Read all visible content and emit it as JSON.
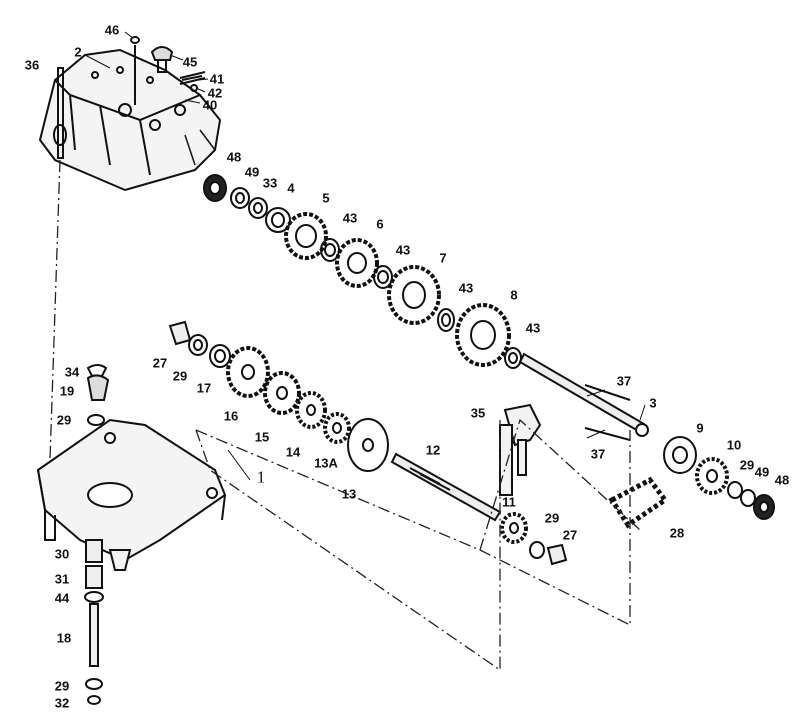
{
  "diagram": {
    "callouts": [
      {
        "id": "c46",
        "text": "46"
      },
      {
        "id": "c2",
        "text": "2"
      },
      {
        "id": "c45",
        "text": "45"
      },
      {
        "id": "c36",
        "text": "36"
      },
      {
        "id": "c41",
        "text": "41"
      },
      {
        "id": "c42",
        "text": "42"
      },
      {
        "id": "c40",
        "text": "40"
      },
      {
        "id": "c48a",
        "text": "48"
      },
      {
        "id": "c49a",
        "text": "49"
      },
      {
        "id": "c33",
        "text": "33"
      },
      {
        "id": "c4",
        "text": "4"
      },
      {
        "id": "c5",
        "text": "5"
      },
      {
        "id": "c43a",
        "text": "43"
      },
      {
        "id": "c6",
        "text": "6"
      },
      {
        "id": "c43b",
        "text": "43"
      },
      {
        "id": "c7",
        "text": "7"
      },
      {
        "id": "c43c",
        "text": "43"
      },
      {
        "id": "c8",
        "text": "8"
      },
      {
        "id": "c43d",
        "text": "43"
      },
      {
        "id": "c27a",
        "text": "27"
      },
      {
        "id": "c29a",
        "text": "29"
      },
      {
        "id": "c17",
        "text": "17"
      },
      {
        "id": "c34",
        "text": "34"
      },
      {
        "id": "c19",
        "text": "19"
      },
      {
        "id": "c29b",
        "text": "29"
      },
      {
        "id": "c16",
        "text": "16"
      },
      {
        "id": "c15",
        "text": "15"
      },
      {
        "id": "c14",
        "text": "14"
      },
      {
        "id": "c13A",
        "text": "13A"
      },
      {
        "id": "c13",
        "text": "13"
      },
      {
        "id": "c12",
        "text": "12"
      },
      {
        "id": "c35",
        "text": "35"
      },
      {
        "id": "c37a",
        "text": "37"
      },
      {
        "id": "c3",
        "text": "3"
      },
      {
        "id": "c37b",
        "text": "37"
      },
      {
        "id": "c9",
        "text": "9"
      },
      {
        "id": "c10",
        "text": "10"
      },
      {
        "id": "c29c",
        "text": "29"
      },
      {
        "id": "c49b",
        "text": "49"
      },
      {
        "id": "c48b",
        "text": "48"
      },
      {
        "id": "c1",
        "text": "1"
      },
      {
        "id": "c11",
        "text": "11"
      },
      {
        "id": "c29d",
        "text": "29"
      },
      {
        "id": "c27b",
        "text": "27"
      },
      {
        "id": "c28",
        "text": "28"
      },
      {
        "id": "c30",
        "text": "30"
      },
      {
        "id": "c31",
        "text": "31"
      },
      {
        "id": "c44",
        "text": "44"
      },
      {
        "id": "c18",
        "text": "18"
      },
      {
        "id": "c29e",
        "text": "29"
      },
      {
        "id": "c32",
        "text": "32"
      }
    ]
  }
}
